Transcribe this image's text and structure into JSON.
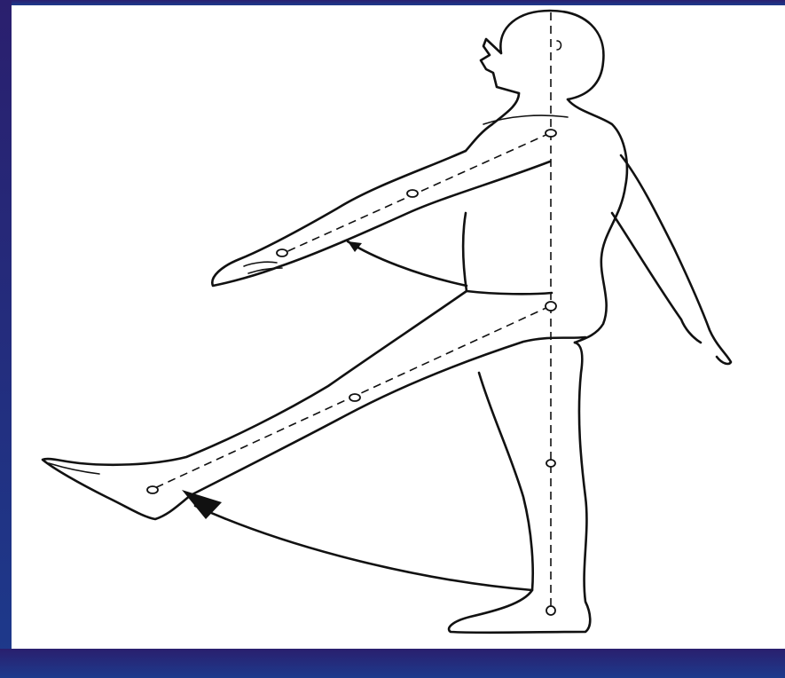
{
  "colors": {
    "background_top": "#2a1f6e",
    "background_bottom": "#1d3a8c",
    "panel": "#ffffff",
    "ink": "#111111"
  },
  "figure": {
    "subject": "human-figure-side-view",
    "markers": "joint-markers",
    "arrows": [
      "arm-flexion-arrow",
      "leg-flexion-arrow"
    ]
  }
}
